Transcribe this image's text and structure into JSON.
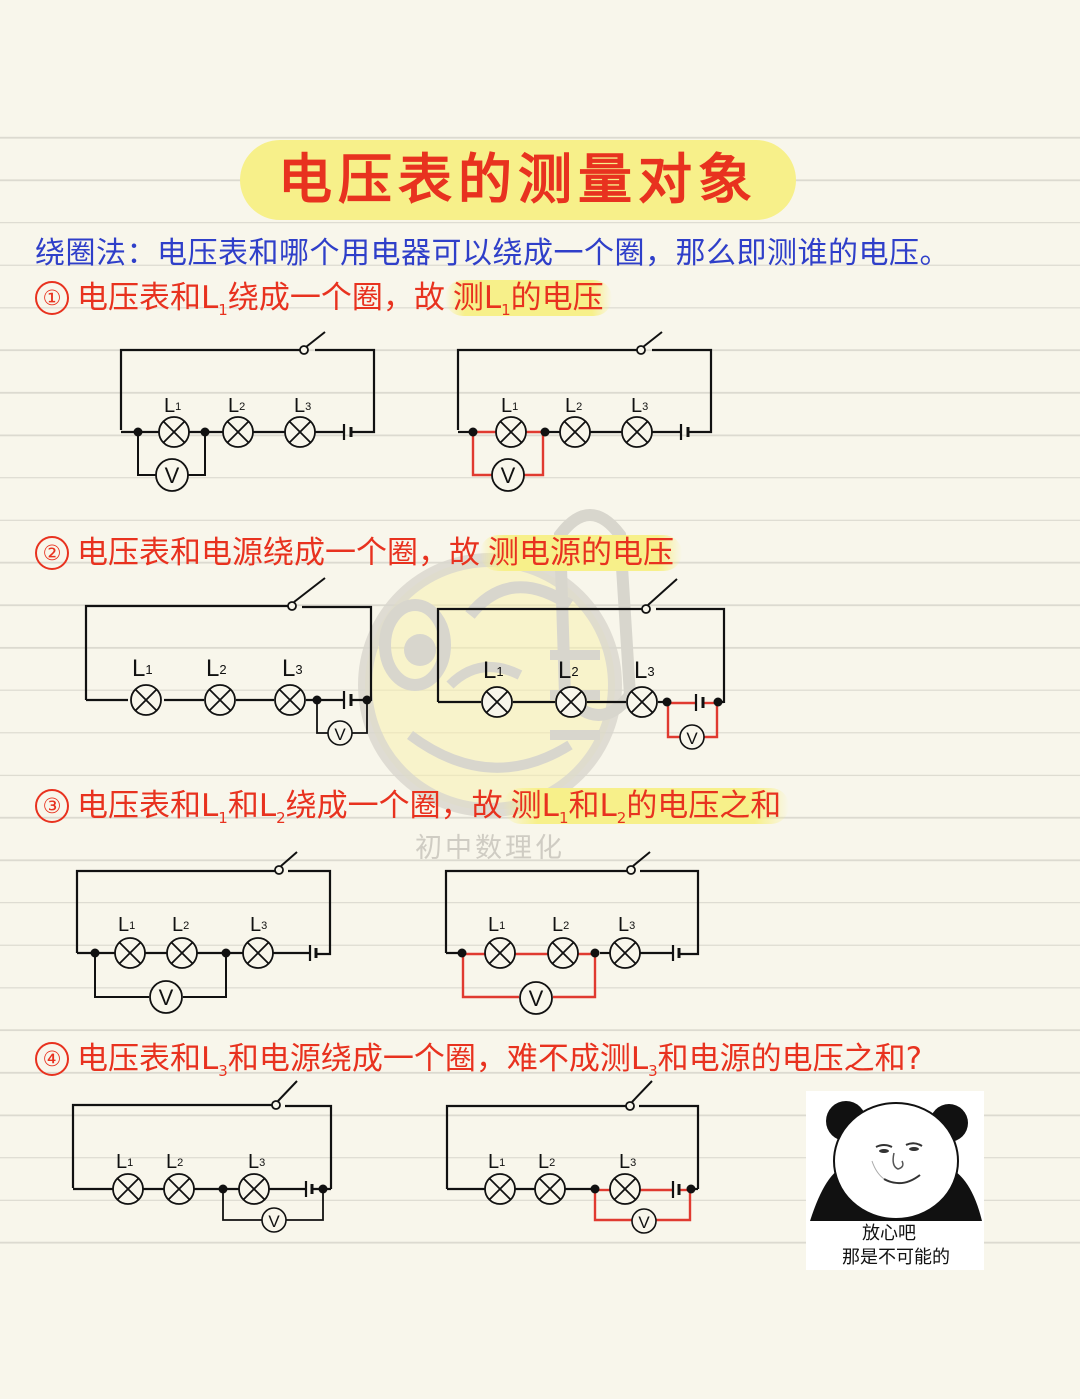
{
  "title": "电压表的测量对象",
  "intro": "绕圈法：电压表和哪个用电器可以绕成一个圈，那么即测谁的电压。",
  "colors": {
    "title_text": "#e8321f",
    "highlight": "#f7f08a",
    "intro_text": "#2f3fc9",
    "body_text": "#e8321f",
    "wire": "#111111",
    "loop_wire": "#e03a30",
    "paper": "#f8f6eb",
    "rule_line": "#dcdad0"
  },
  "sections": [
    {
      "number": "①",
      "text_plain": "电压表和L",
      "sub1": "1",
      "text_after": "绕成一个圈，故",
      "highlight_pre": "测L",
      "highlight_sub": "1",
      "highlight_post": "的电压",
      "measured": "L1"
    },
    {
      "number": "②",
      "text_plain": "电压表和电源绕成一个圈，故",
      "highlight": "测电源的电压",
      "measured": "电源"
    },
    {
      "number": "③",
      "text_plain": "电压表和L",
      "sub1": "1",
      "mid": "和L",
      "sub2": "2",
      "text_after": "绕成一个圈，故",
      "hl_a": "测L",
      "hl_sub_a": "1",
      "hl_b": "和L",
      "hl_sub_b": "2",
      "hl_c": "的电压之和",
      "measured": "L1+L2"
    },
    {
      "number": "④",
      "text_plain": "电压表和L",
      "sub1": "3",
      "text_after": "和电源绕成一个圈，难不成测L",
      "sub2": "3",
      "text_end": "和电源的电压之和?",
      "measured": "L3 (not L3+电源)"
    }
  ],
  "circuit_labels": {
    "lamp1": "L",
    "lamp1_sub": "1",
    "lamp2": "L",
    "lamp2_sub": "2",
    "lamp3": "L",
    "lamp3_sub": "3",
    "voltmeter": "V"
  },
  "watermark": "初中数理化",
  "meme": {
    "caption_line1": "放心吧",
    "caption_line2": "那是不可能的"
  }
}
